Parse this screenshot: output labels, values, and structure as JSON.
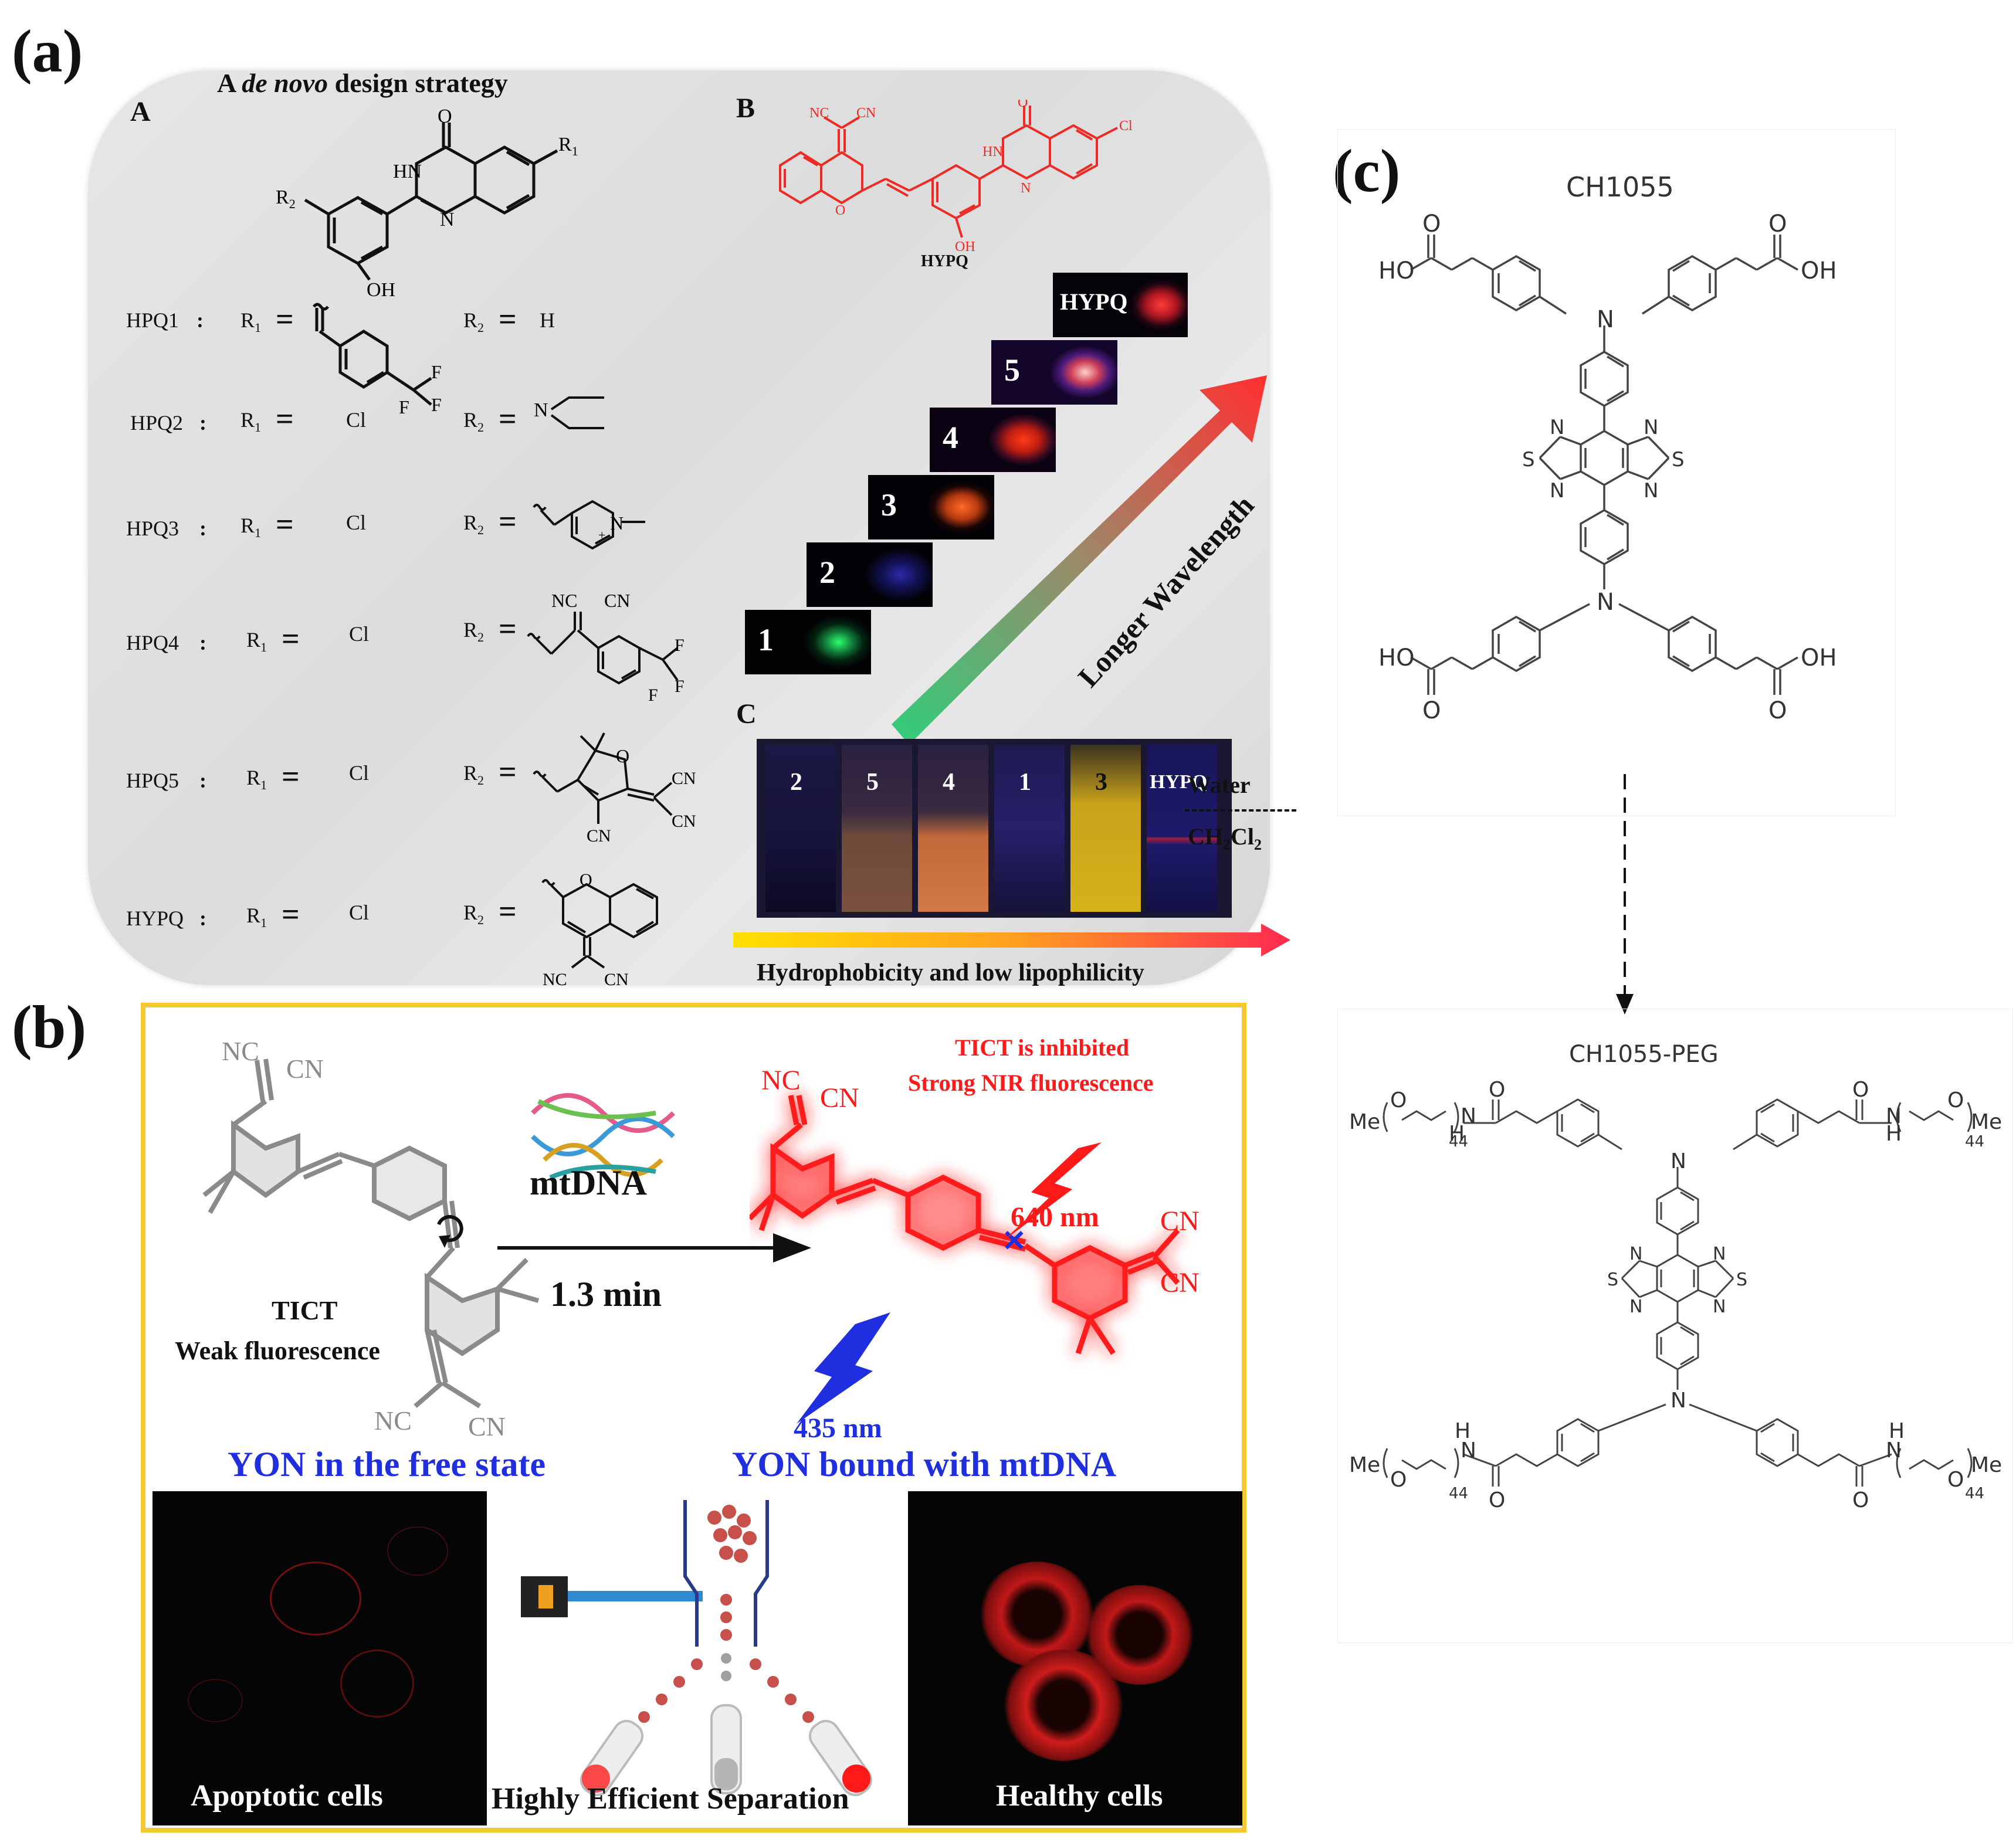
{
  "panel_labels": {
    "a": "(a)",
    "b": "(b)",
    "c": "(c)"
  },
  "panel_a": {
    "title_prefix": "A ",
    "title_italic": "de novo",
    "title_suffix": " design strategy",
    "sub_a": "A",
    "sub_b": "B",
    "sub_c": "C",
    "core_atoms": {
      "o": "O",
      "hn": "HN",
      "n": "N",
      "oh": "OH",
      "r1": "R",
      "r2": "R"
    },
    "rows": [
      {
        "name": "HPQ1",
        "r1": "",
        "r2": "H",
        "r1_sub": "F"
      },
      {
        "name": "HPQ2",
        "r1": "Cl",
        "r2": "N"
      },
      {
        "name": "HPQ3",
        "r1": "Cl",
        "r2": "N"
      },
      {
        "name": "HPQ4",
        "r1": "Cl",
        "r2": ""
      },
      {
        "name": "HPQ5",
        "r1": "Cl",
        "r2": "O"
      },
      {
        "name": "HYPQ",
        "r1": "Cl",
        "r2": "O"
      }
    ],
    "r1_label": "R",
    "r2_label": "R",
    "sub_1": "1",
    "sub_2": "2",
    "colon": ":",
    "equals": "=",
    "nc": "NC",
    "cn": "CN",
    "f": "F",
    "hypq_label": "HYPQ",
    "hypq_atoms": {
      "nc": "NC",
      "cn": "CN",
      "o": "O",
      "hn": "HN",
      "n": "N",
      "oh": "OH",
      "cl": "Cl"
    },
    "stair_labels": [
      "1",
      "2",
      "3",
      "4",
      "5",
      "HYPQ"
    ],
    "arrow_label": "Longer Wavelength",
    "vial_labels": [
      "2",
      "5",
      "4",
      "1",
      "3",
      "HYPQ"
    ],
    "water_label": "Water",
    "solvent_label": "CH",
    "solvent_sub1": "2",
    "solvent_mid": "Cl",
    "solvent_sub2": "2",
    "gradient_label": "Hydrophobicity and low lipophilicity"
  },
  "panel_b": {
    "nc": "NC",
    "cn": "CN",
    "tict": "TICT",
    "weak": "Weak fluorescence",
    "mtdna": "mtDNA",
    "time": "1.3 min",
    "inhibited": "TICT  is inhibited",
    "strong": "Strong NIR fluorescence",
    "em_640": "640 nm",
    "ex_435": "435 nm",
    "free_state": "YON in the free state",
    "bound": "YON bound with mtDNA",
    "apoptotic": "Apoptotic cells",
    "separation": "Highly Efficient Separation",
    "healthy": "Healthy cells",
    "colors": {
      "frame": "#f3c92f",
      "red": "#ff1a1a",
      "blue": "#1f2fe0"
    }
  },
  "panel_c": {
    "top_title": "CH1055",
    "bottom_title": "CH1055-PEG",
    "atoms": {
      "o": "O",
      "ho": "HO",
      "oh": "OH",
      "n": "N",
      "s": "S",
      "h": "H",
      "me": "Me",
      "peg_n": "44"
    }
  }
}
